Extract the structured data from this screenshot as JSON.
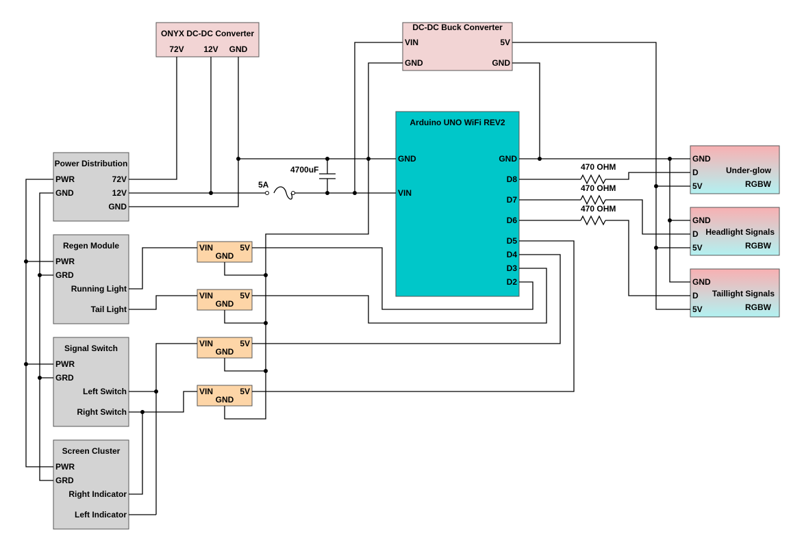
{
  "components": {
    "onyx": {
      "title": "ONYX DC-DC Converter",
      "pin_72v": "72V",
      "pin_12v": "12V",
      "pin_gnd": "GND"
    },
    "buck": {
      "title": "DC-DC Buck Converter",
      "pin_vin": "VIN",
      "pin_gnd_left": "GND",
      "pin_5v": "5V",
      "pin_gnd_right": "GND"
    },
    "arduino": {
      "title": "Arduino UNO WiFi REV2",
      "pin_gnd_left": "GND",
      "pin_vin": "VIN",
      "pin_gnd_right": "GND",
      "pin_d8": "D8",
      "pin_d7": "D7",
      "pin_d6": "D6",
      "pin_d5": "D5",
      "pin_d4": "D4",
      "pin_d3": "D3",
      "pin_d2": "D2"
    },
    "power_distribution": {
      "title": "Power Distribution",
      "pin_pwr": "PWR",
      "pin_gnd": "GND",
      "pin_72v": "72V",
      "pin_12v": "12V",
      "pin_gnd_out": "GND"
    },
    "regen": {
      "title": "Regen Module",
      "pin_pwr": "PWR",
      "pin_grd": "GRD",
      "pin_running": "Running Light",
      "pin_tail": "Tail Light"
    },
    "signal_switch": {
      "title": "Signal Switch",
      "pin_pwr": "PWR",
      "pin_grd": "GRD",
      "pin_left": "Left Switch",
      "pin_right": "Right Switch"
    },
    "screen_cluster": {
      "title": "Screen Cluster",
      "pin_pwr": "PWR",
      "pin_grd": "GRD",
      "pin_right": "Right Indicator",
      "pin_left": "Left Indicator"
    },
    "level_shifter": {
      "pin_vin": "VIN",
      "pin_5v": "5V",
      "pin_gnd": "GND"
    },
    "underglow": {
      "title": "Under-glow",
      "type": "RGBW",
      "pin_gnd": "GND",
      "pin_d": "D",
      "pin_5v": "5V"
    },
    "headlight": {
      "title": "Headlight Signals",
      "type": "RGBW",
      "pin_gnd": "GND",
      "pin_d": "D",
      "pin_5v": "5V"
    },
    "taillight": {
      "title": "Taillight Signals",
      "type": "RGBW",
      "pin_gnd": "GND",
      "pin_d": "D",
      "pin_5v": "5V"
    }
  },
  "passives": {
    "capacitor": "4700uF",
    "fuse": "5A",
    "resistor": "470 OHM"
  },
  "colors": {
    "converter_fill": "#f2d4d4",
    "arduino_fill": "#00c7c9",
    "module_fill": "#d3d3d3",
    "shifter_fill": "#fdd5a7",
    "led_top": "#f8b0b2",
    "led_bottom": "#b3f1f1"
  }
}
